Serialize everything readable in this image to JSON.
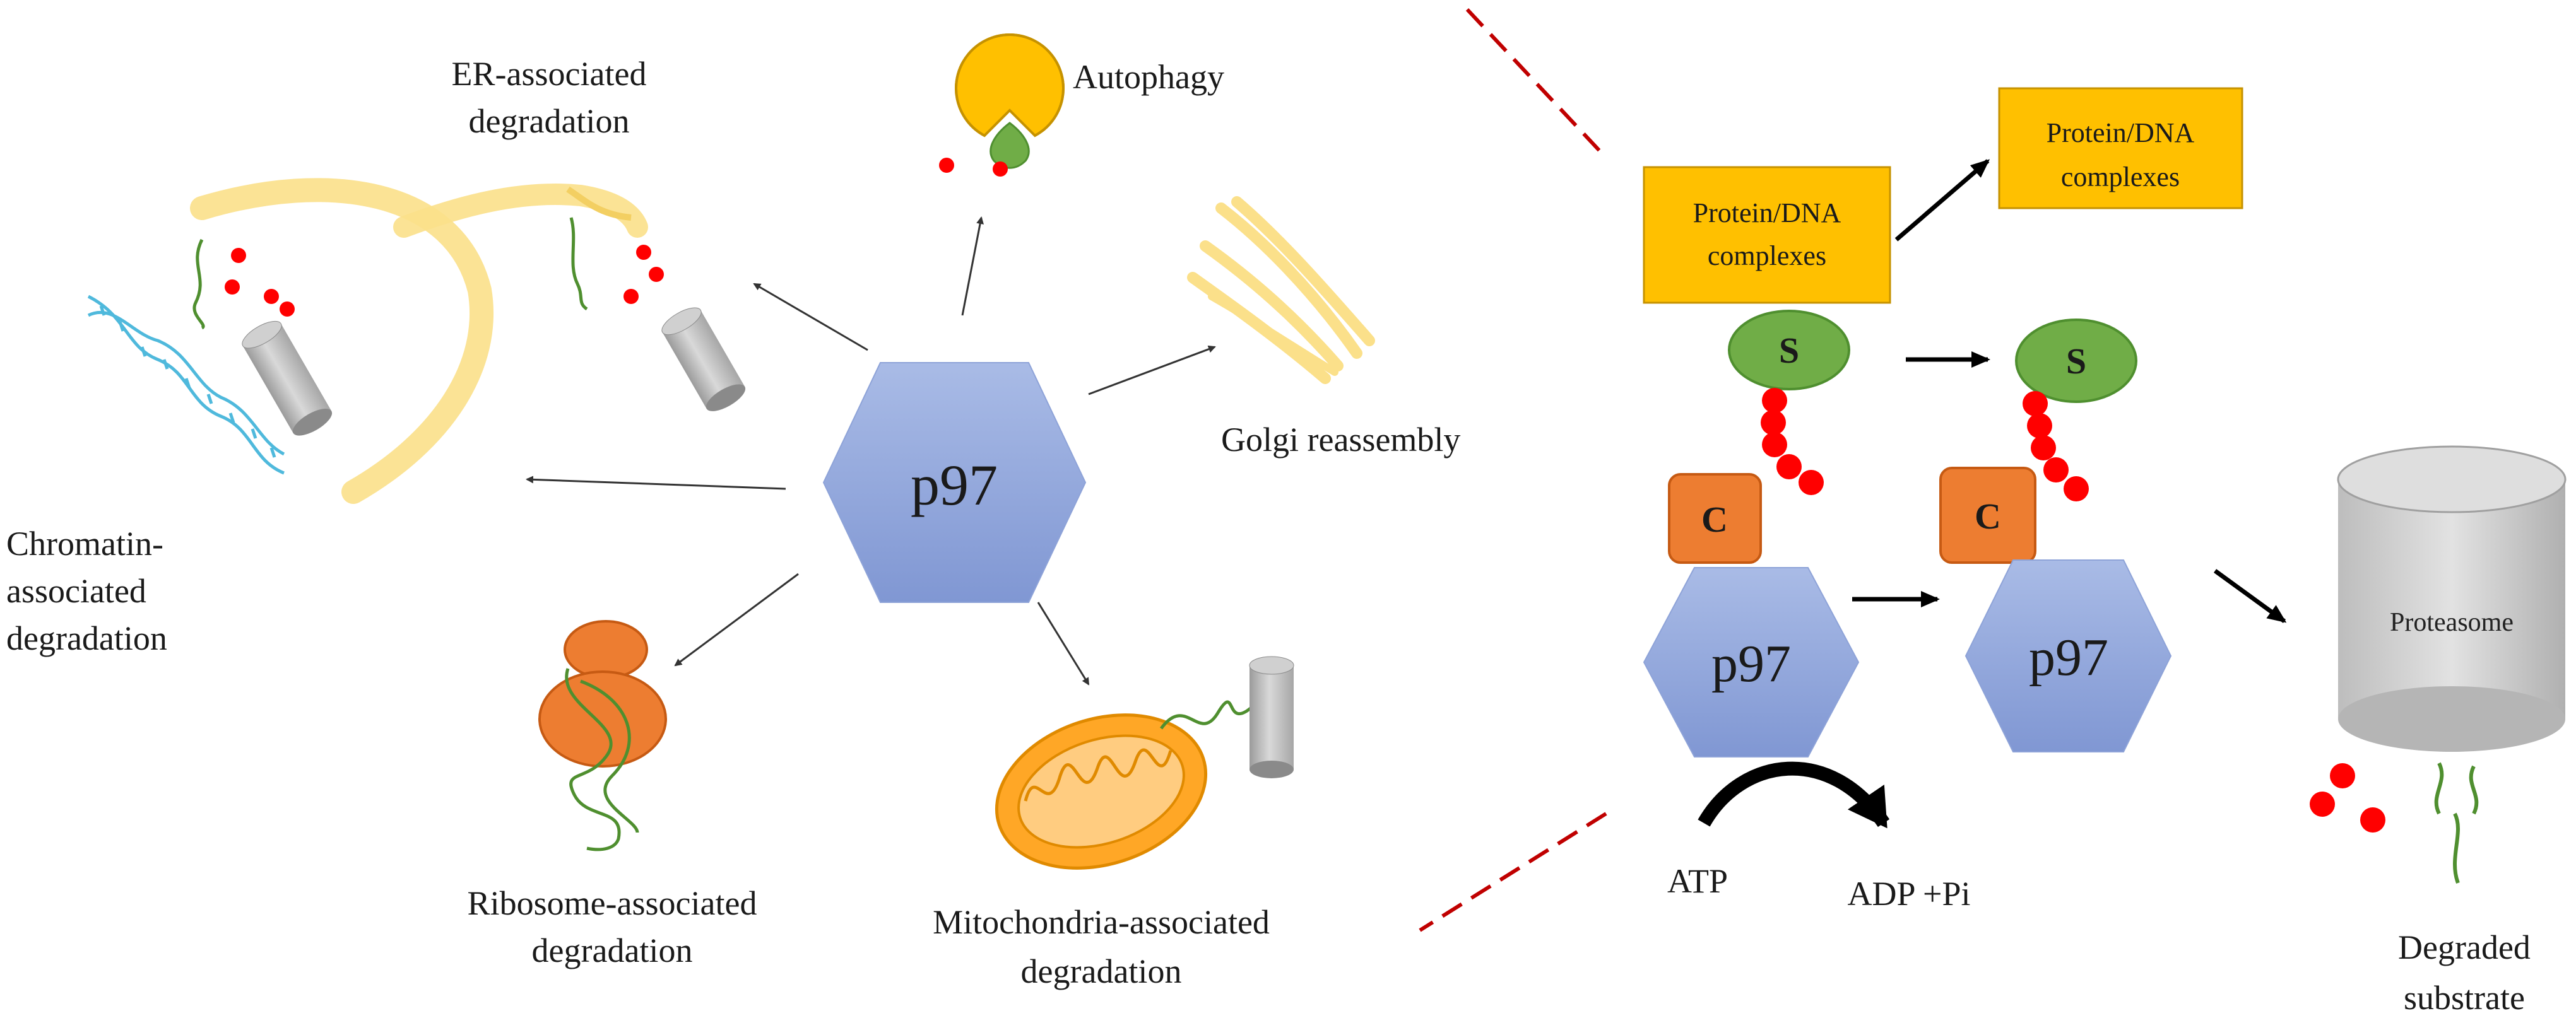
{
  "hub": {
    "label": "p97"
  },
  "pathways": {
    "erad_line1": "ER-associated",
    "erad_line2": "degradation",
    "autophagy": "Autophagy",
    "golgi": "Golgi reassembly",
    "chromatin_line1": "Chromatin-",
    "chromatin_line2": "associated",
    "chromatin_line3": "degradation",
    "ribosome_line1": "Ribosome-associated",
    "ribosome_line2": "degradation",
    "mito_line1": "Mitochondria-associated",
    "mito_line2": "degradation"
  },
  "mechanism": {
    "complex_left_line1": "Protein/DNA",
    "complex_left_line2": "complexes",
    "complex_right_line1": "Protein/DNA",
    "complex_right_line2": "complexes",
    "substrate_badge": "S",
    "cofactor_badge": "C",
    "p97_left": "p97",
    "p97_right": "p97",
    "atp": "ATP",
    "adp": "ADP +Pi",
    "proteasome": "Proteasome",
    "degraded_line1": "Degraded",
    "degraded_line2": "substrate"
  },
  "colors": {
    "hexagon": "#8fa6dd",
    "complex_box": "#ffc000",
    "substrate": "#70ad47",
    "cofactor": "#ed7d31",
    "ubiquitin": "#ff0000",
    "divider": "#c00000",
    "proteasome": "#bfbfbf"
  }
}
